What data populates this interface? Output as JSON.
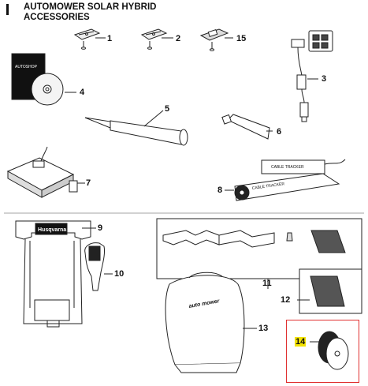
{
  "header": {
    "title_line1": "AUTOMOWER SOLAR HYBRID",
    "title_line2": "ACCESSORIES"
  },
  "callouts": [
    "1",
    "2",
    "15",
    "3",
    "4",
    "5",
    "6",
    "7",
    "8",
    "9",
    "10",
    "11",
    "12",
    "13",
    "14"
  ],
  "product_labels": {
    "cd_sleeve": "AUTOSHOP",
    "cable_tracker": "CABLE TRACKER",
    "brand": "Husqvarna",
    "bag_logo": "auto mower"
  },
  "colors": {
    "highlight_border": "#e03030",
    "highlight_label": "#f2e200"
  }
}
